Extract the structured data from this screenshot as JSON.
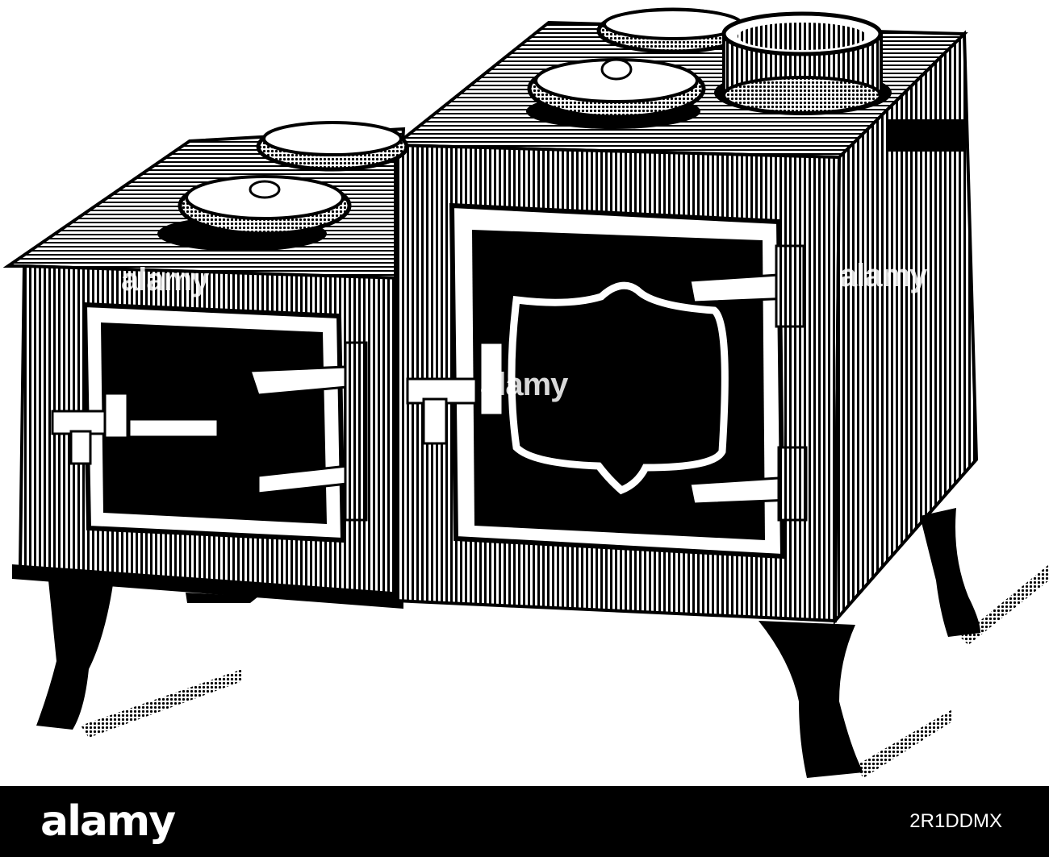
{
  "image": {
    "subject": "stove",
    "colors": {
      "ink": "#000000",
      "paper": "#ffffff"
    }
  },
  "watermark": {
    "text": "alamy"
  },
  "footer": {
    "logo": "alamy",
    "image_id": "2R1DDMX",
    "background": "#000000"
  }
}
